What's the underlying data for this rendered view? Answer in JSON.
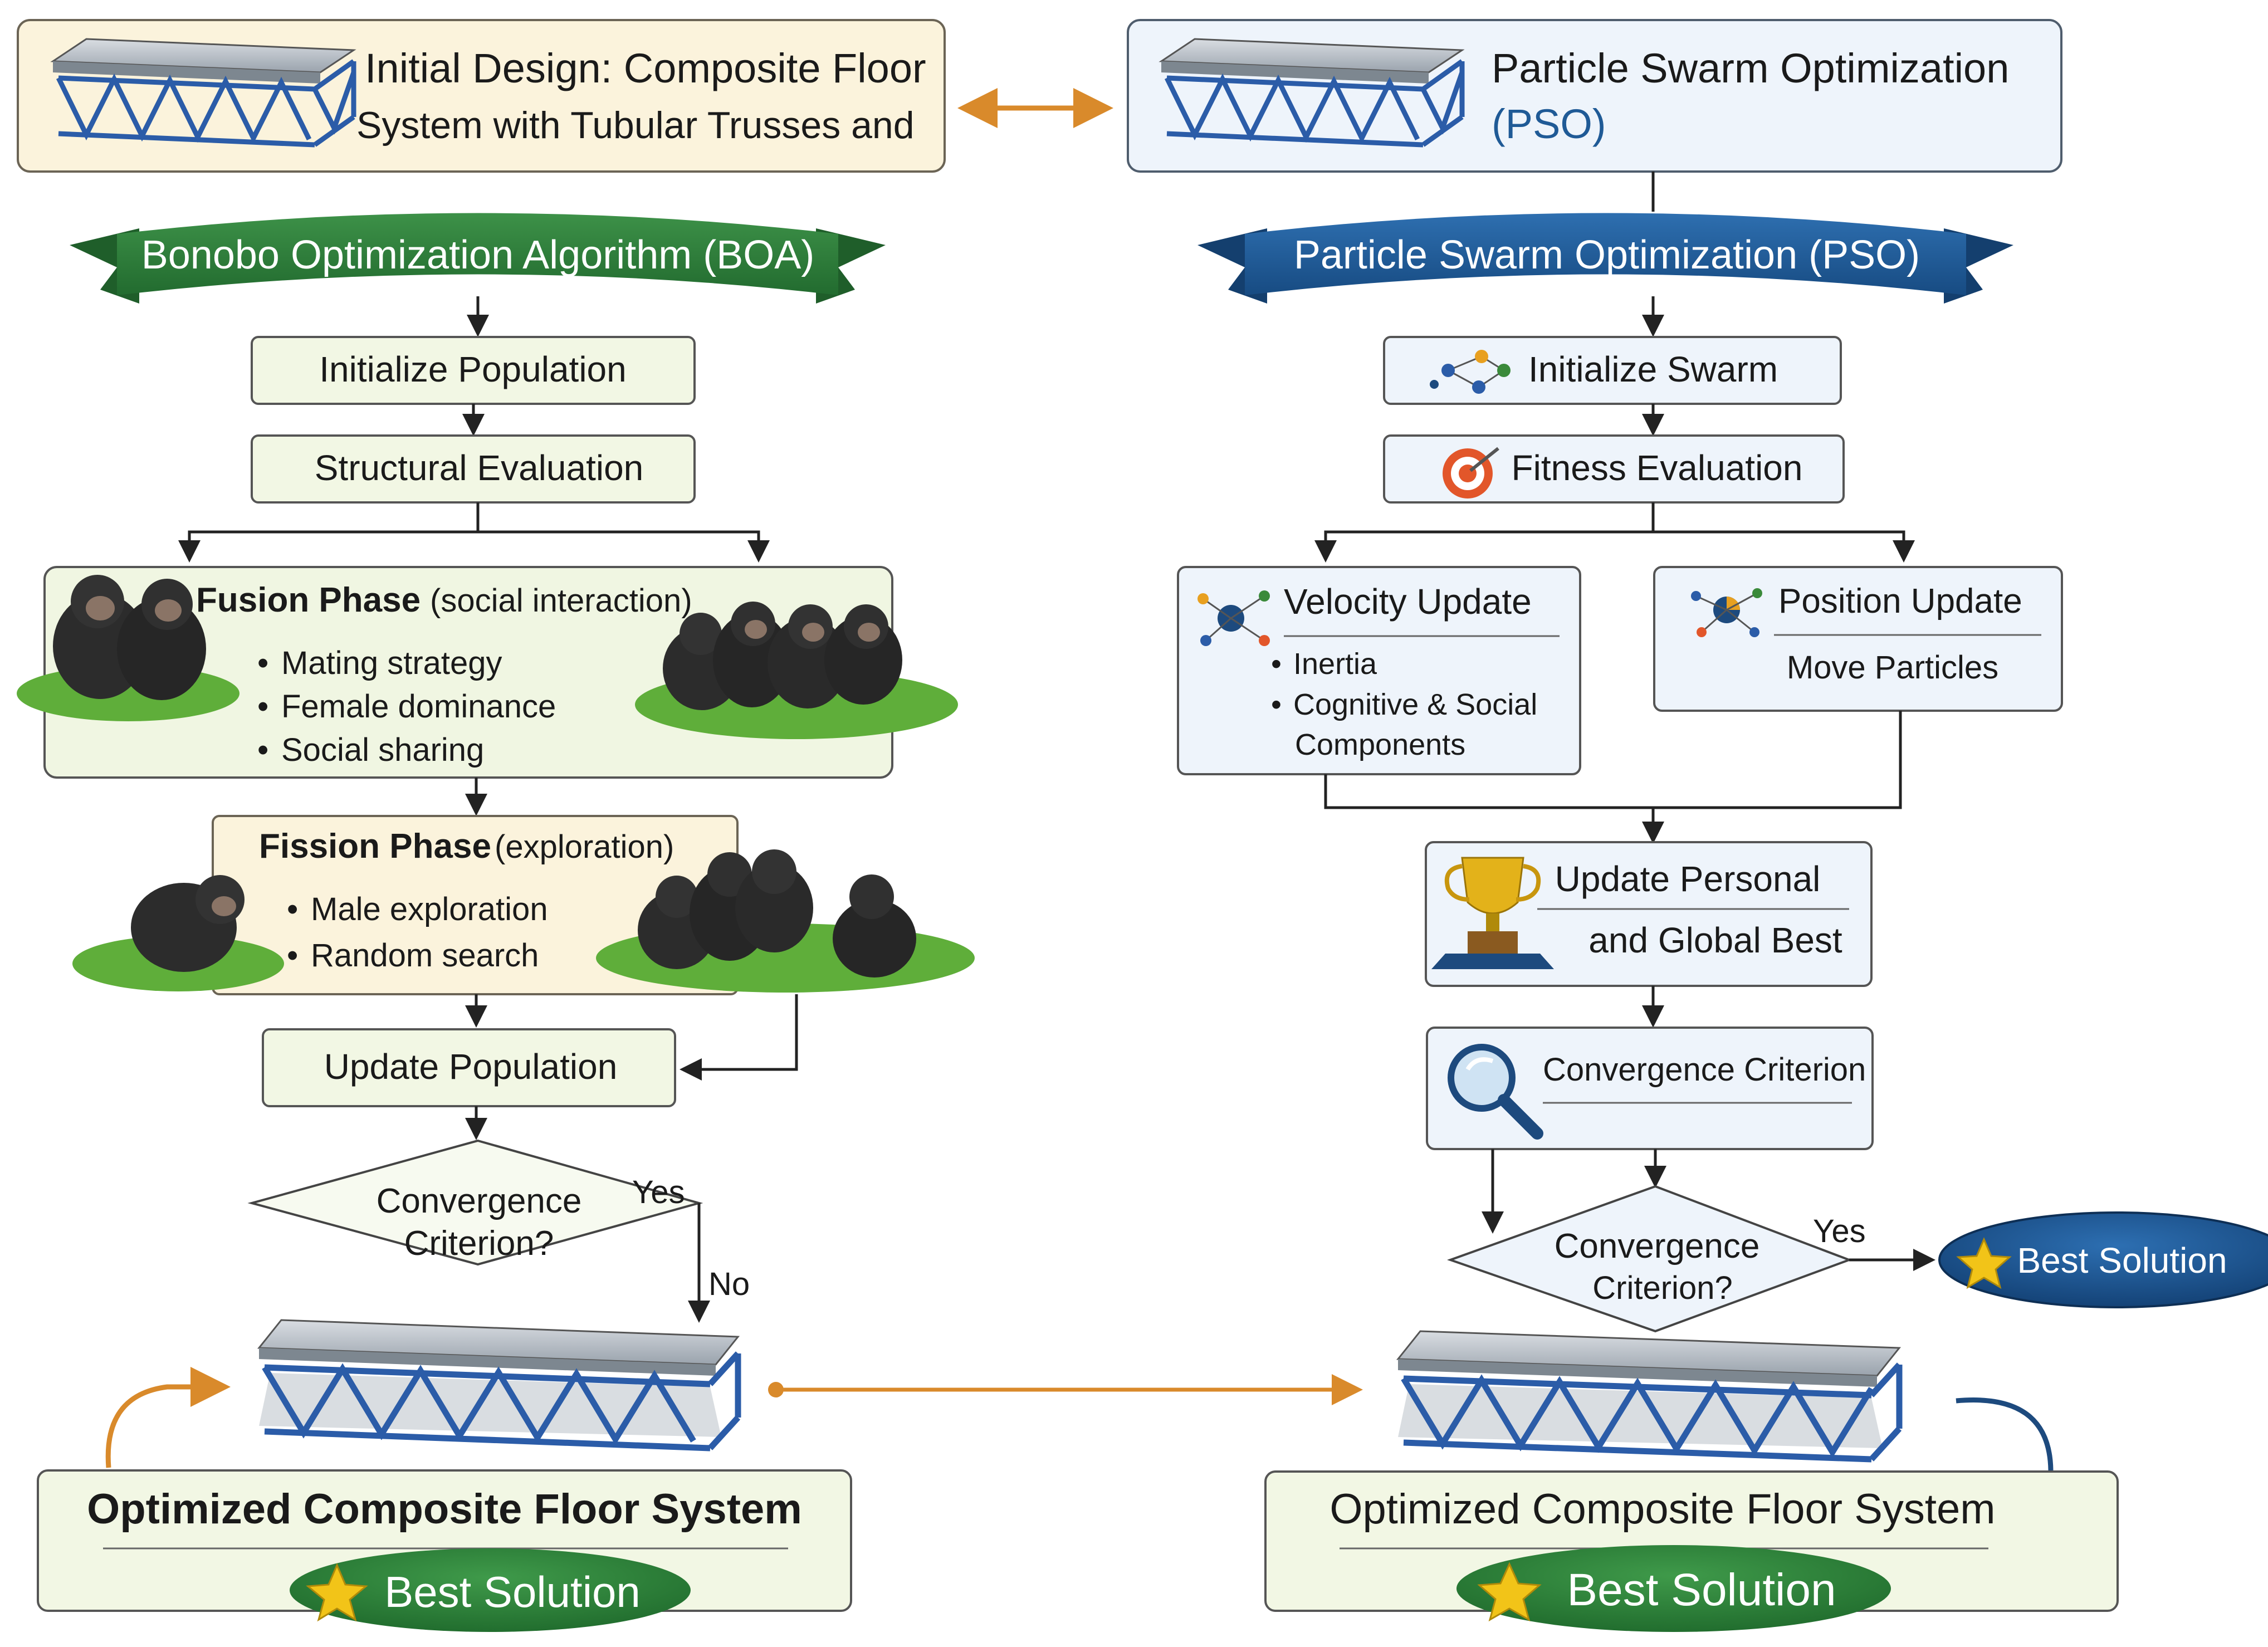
{
  "colors": {
    "boa_green": "#2f7a3a",
    "pso_blue": "#1f5a96",
    "cream_fill": "#fbf3dc",
    "green_fill": "#f2f7e4",
    "blue_fill": "#eef4fb",
    "arrow_orange": "#d98a2b",
    "dark_blue": "#1d4a7e",
    "gold_star": "#f2c418"
  },
  "top": {
    "initial_design_line1": "Initial Design: Composite Floor",
    "initial_design_line2": "System with Tubular Trusses and",
    "pso_header_line1": "Particle Swarm Optimization",
    "pso_header_line2": "(PSO)"
  },
  "boa": {
    "banner": "Bonobo Optimization Algorithm (BOA)",
    "initialize": "Initialize Population",
    "structural": "Structural Evaluation",
    "fusion_title": "Fusion Phase",
    "fusion_sub": "(social interaction)",
    "fusion_items": [
      "Mating strategy",
      "Female dominance",
      "Social sharing"
    ],
    "fission_title": "Fission Phase",
    "fission_sub": "(exploration)",
    "fission_items": [
      "Male exploration",
      "Random search"
    ],
    "update": "Update Population",
    "convergence_line1": "Convergence",
    "convergence_line2": "Criterion?",
    "yes": "Yes",
    "no": "No",
    "result_title": "Optimized Composite Floor System",
    "best": "Best Solution"
  },
  "pso": {
    "banner": "Particle Swarm Optimization (PSO)",
    "initialize": "Initialize Swarm",
    "fitness": "Fitness Evaluation",
    "velocity_title": "Velocity Update",
    "velocity_items": [
      "Inertia",
      "Cognitive & Social"
    ],
    "velocity_item2_cont": "Components",
    "position_title": "Position Update",
    "position_sub": "Move Particles",
    "update_best_line1": "Update Personal",
    "update_best_line2": "and Global Best",
    "convergence_box": "Convergence Criterion",
    "convergence_line1": "Convergence",
    "convergence_line2": "Criterion?",
    "yes": "Yes",
    "best_side": "Best Solution",
    "result_title": "Optimized Composite Floor System",
    "best": "Best Solution"
  }
}
